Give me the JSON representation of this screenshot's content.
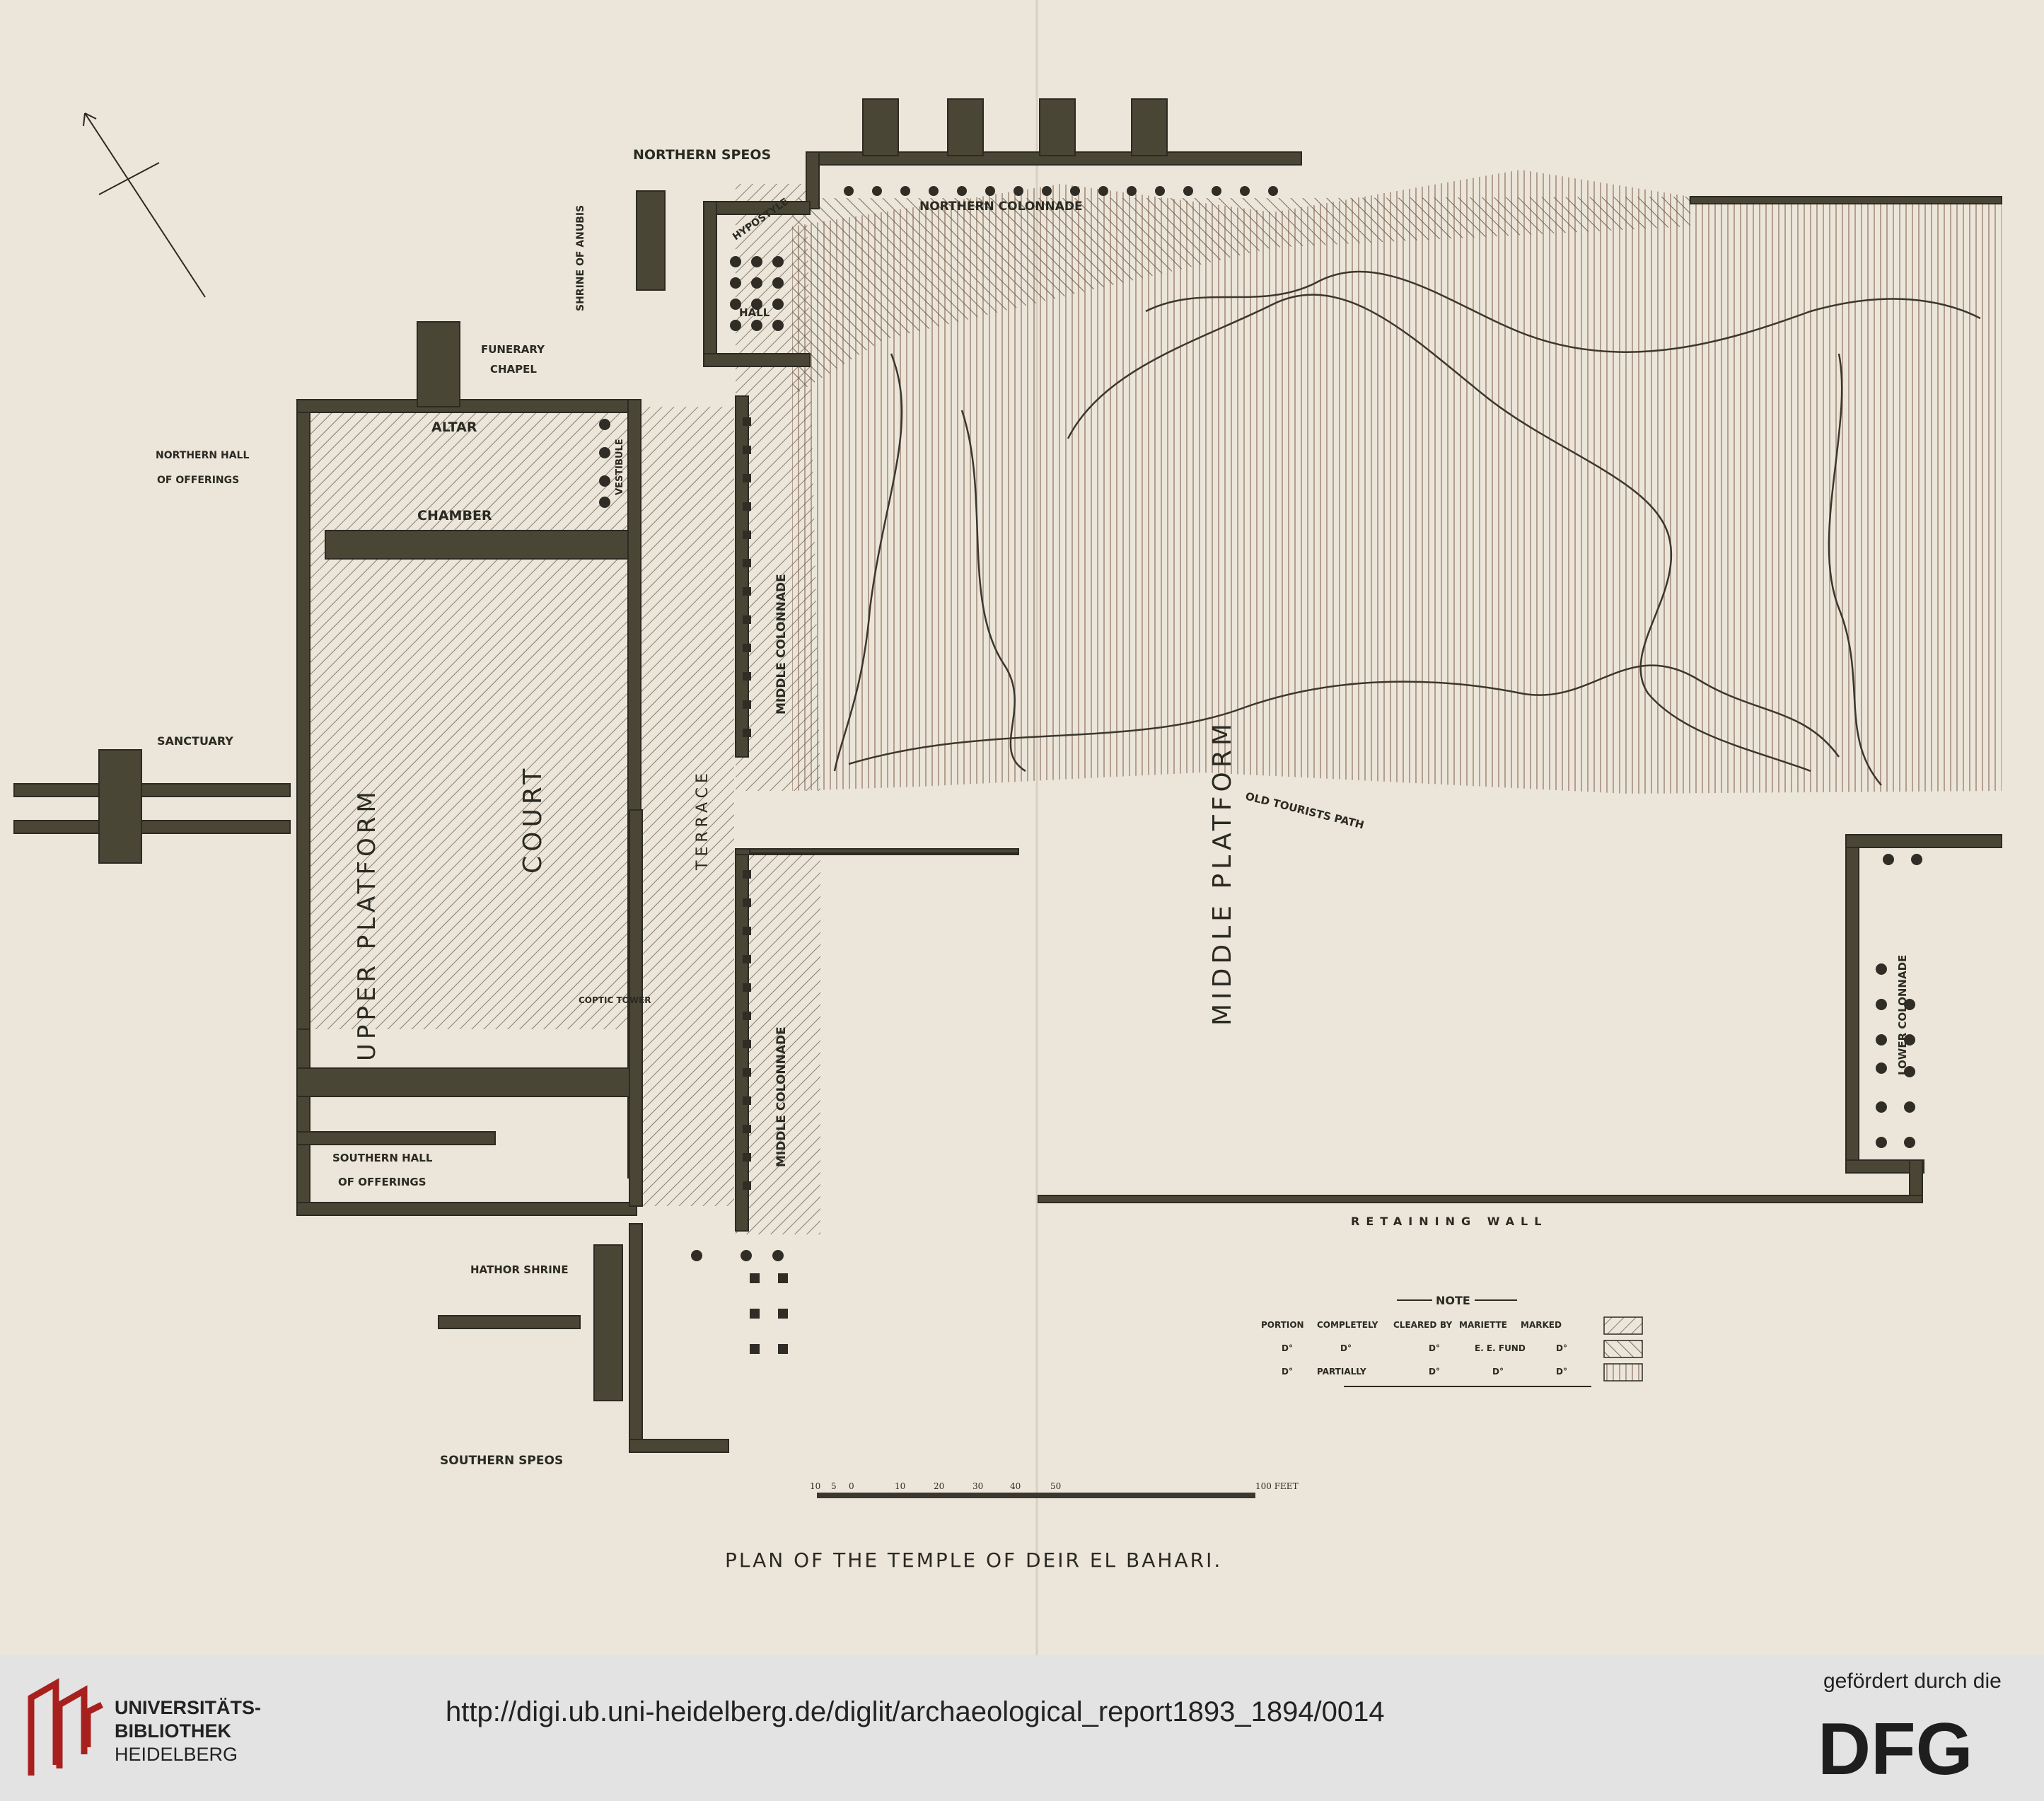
{
  "map": {
    "title": "PLAN OF THE TEMPLE OF DEIR EL BAHARI.",
    "labels": {
      "northern_speos": "NORTHERN SPEOS",
      "northern_colonnade": "NORTHERN COLONNADE",
      "shrine_of_anubis": "SHRINE OF ANUBIS",
      "hypostyle": "HYPOSTYLE",
      "hall": "HALL",
      "funerary_chapel_1": "FUNERARY",
      "funerary_chapel_2": "CHAPEL",
      "northern_hall_1": "NORTHERN HALL",
      "northern_hall_2": "OF OFFERINGS",
      "altar": "ALTAR",
      "chamber": "CHAMBER",
      "vestibule": "VESTIBULE",
      "sanctuary": "SANCTUARY",
      "upper_platform": "UPPER PLATFORM",
      "court": "COURT",
      "terrace": "TERRACE",
      "middle_colonnade": "MIDDLE COLONNADE",
      "middle_platform": "MIDDLE PLATFORM",
      "old_tourists_path": "OLD TOURISTS PATH",
      "lower_colonnade": "LOWER COLONNADE",
      "coptic_tower": "COPTIC TOWER",
      "southern_hall_1": "SOUTHERN HALL",
      "southern_hall_2": "OF OFFERINGS",
      "hathor_shrine": "HATHOR SHRINE",
      "southern_speos": "SOUTHERN SPEOS",
      "retaining_wall": "RETAINING WALL"
    },
    "note": {
      "heading": "NOTE",
      "row1": [
        "PORTION",
        "COMPLETELY",
        "CLEARED",
        "BY",
        "MARIETTE",
        "MARKED"
      ],
      "row2": [
        "D°",
        "D°",
        "D°",
        "E. E. FUND",
        "D°"
      ],
      "row3": [
        "D°",
        "PARTIALLY",
        "D°",
        "D°",
        "D°"
      ]
    },
    "scale": {
      "ticks": [
        "10",
        "5",
        "0",
        "10",
        "20",
        "30",
        "40",
        "50"
      ],
      "end_label": "100 FEET"
    }
  },
  "footer": {
    "library_line1": "UNIVERSITÄTS-",
    "library_line2": "BIBLIOTHEK",
    "library_line3": "HEIDELBERG",
    "url": "http://digi.ub.uni-heidelberg.de/diglit/archaeological_report1893_1894/0014",
    "funding_note": "gefördert durch die",
    "funder_logo": "DFG"
  }
}
